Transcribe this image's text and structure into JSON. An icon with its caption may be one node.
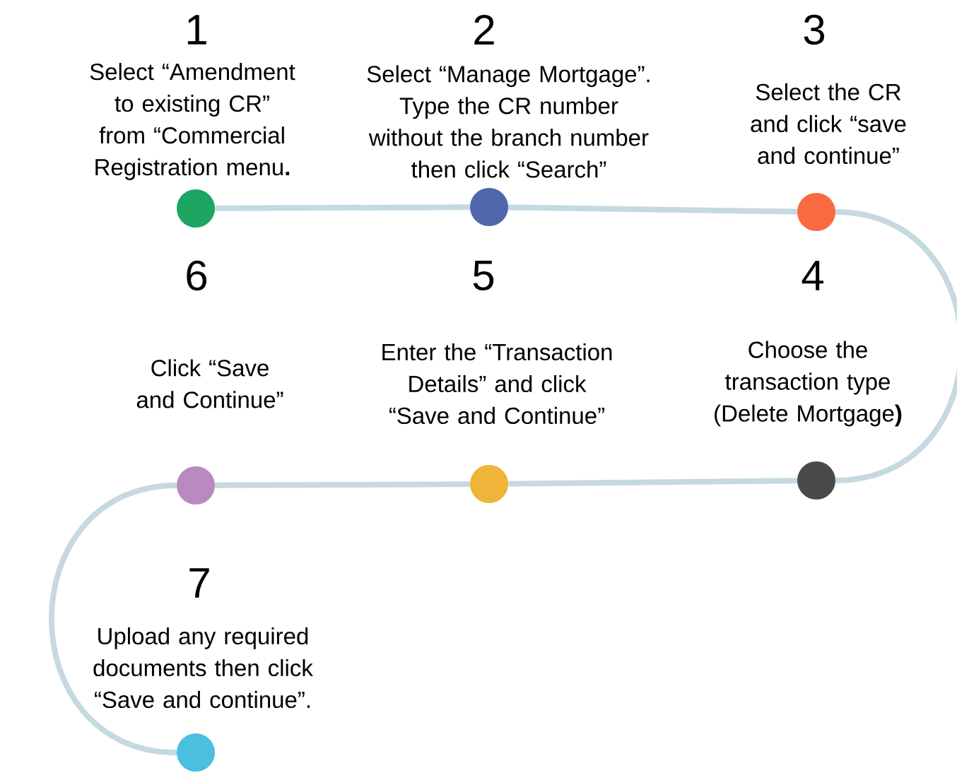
{
  "diagram": {
    "nodes": [
      {
        "text": [
          "1",
          "Select “Amendment to existing CR” from “Commercial Registration menu**.**"
        ]
      },
      {
        "text": [
          "2",
          "Select “Manage Mortgage”. Type the CR number without the branch number then click “Search”"
        ]
      },
      {
        "text": [
          "3",
          "Select the CR and click “save and continue”"
        ]
      },
      {
        "text": [
          "4",
          "Choose the transaction type (Delete Mortgage**)**"
        ]
      },
      {
        "text": [
          "5",
          "Enter the “Transaction Details” and click “Save and Continue”"
        ]
      },
      {
        "text": [
          "6",
          "Click “Save and Continue”"
        ]
      },
      {
        "text": [
          "7",
          "Upload any required documents then click “Save and continue”."
        ]
      }
    ],
    "edges": [
      {
        "from": 0,
        "to": 1,
        "arrow": "none"
      },
      {
        "from": 1,
        "to": 2,
        "arrow": "none"
      },
      {
        "from": 2,
        "to": 3,
        "arrow": "none"
      },
      {
        "from": 3,
        "to": 4,
        "arrow": "none"
      },
      {
        "from": 4,
        "to": 5,
        "arrow": "none"
      },
      {
        "from": 5,
        "to": 6,
        "arrow": "none"
      }
    ]
  }
}
